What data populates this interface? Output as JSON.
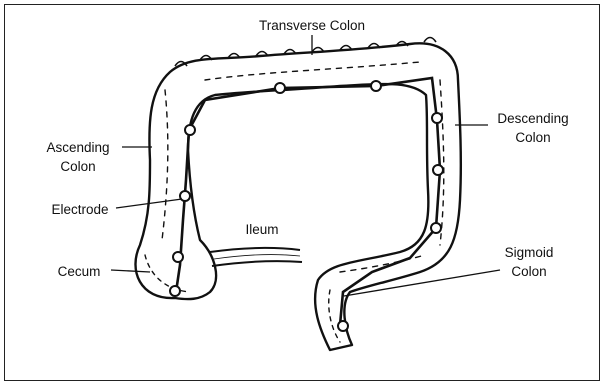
{
  "diagram": {
    "labels": {
      "transverse_colon": "Transverse Colon",
      "ascending_colon_line1": "Ascending",
      "ascending_colon_line2": "Colon",
      "descending_colon_line1": "Descending",
      "descending_colon_line2": "Colon",
      "electrode": "Electrode",
      "ileum": "Ileum",
      "cecum": "Cecum",
      "sigmoid_colon_line1": "Sigmoid",
      "sigmoid_colon_line2": "Colon"
    },
    "colors": {
      "ink": "#111111",
      "background": "#ffffff"
    }
  }
}
